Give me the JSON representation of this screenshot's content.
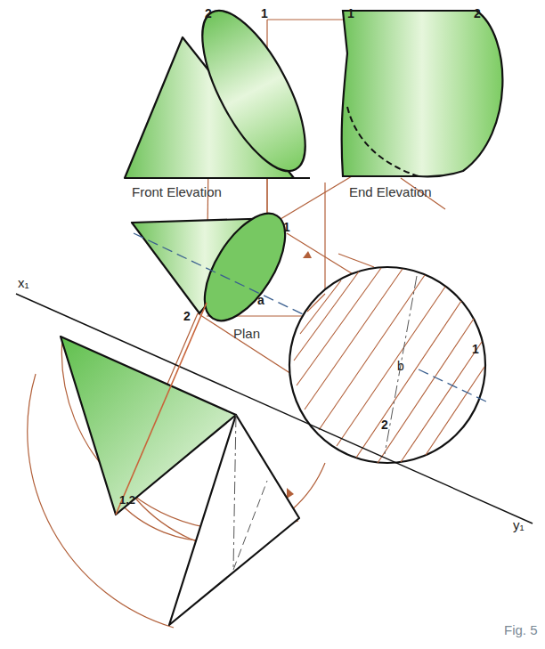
{
  "diagram": {
    "labels": [
      "2",
      "1",
      "Front Elevation",
      "1",
      "2",
      "End Elevation",
      "1",
      "a",
      "2",
      "Plan",
      "1",
      "b",
      "2",
      "x₁",
      "y₁",
      "1,2",
      "Fig. 5"
    ]
  }
}
